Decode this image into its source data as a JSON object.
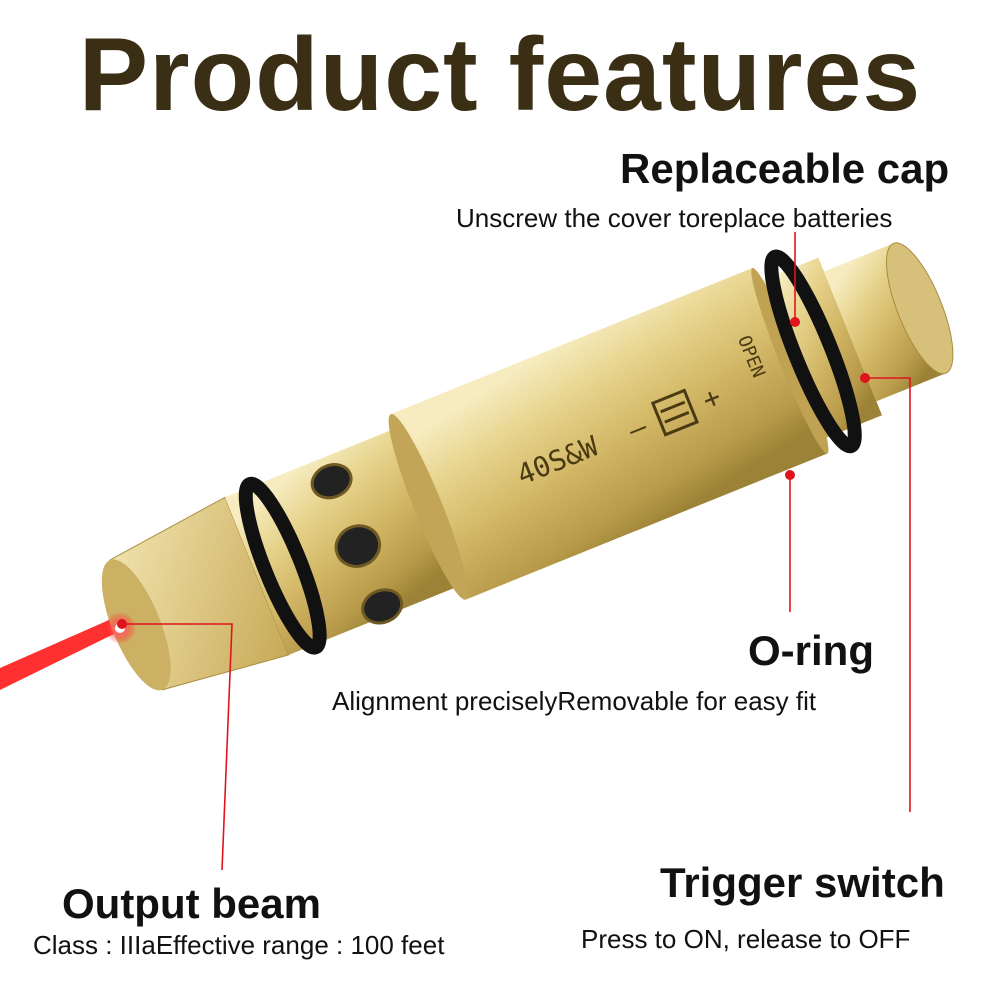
{
  "title": "Product features",
  "product_engraving": {
    "caliber": "40S&W",
    "minus": "–",
    "plus": "+",
    "open": "OPEN"
  },
  "features": {
    "replaceable_cap": {
      "heading": "Replaceable cap",
      "description": "Unscrew the cover toreplace batteries"
    },
    "o_ring": {
      "heading": "O-ring",
      "description": "Alignment preciselyRemovable for easy fit"
    },
    "output_beam": {
      "heading": "Output beam",
      "description": "Class : IIIaEffective range : 100 feet"
    },
    "trigger_switch": {
      "heading": "Trigger switch",
      "description": "Press to ON, release to OFF"
    }
  },
  "colors": {
    "title": "#3a2f14",
    "brass": "#d8c47e",
    "callout_line": "#e0141e",
    "laser": "#ff1a1a"
  }
}
